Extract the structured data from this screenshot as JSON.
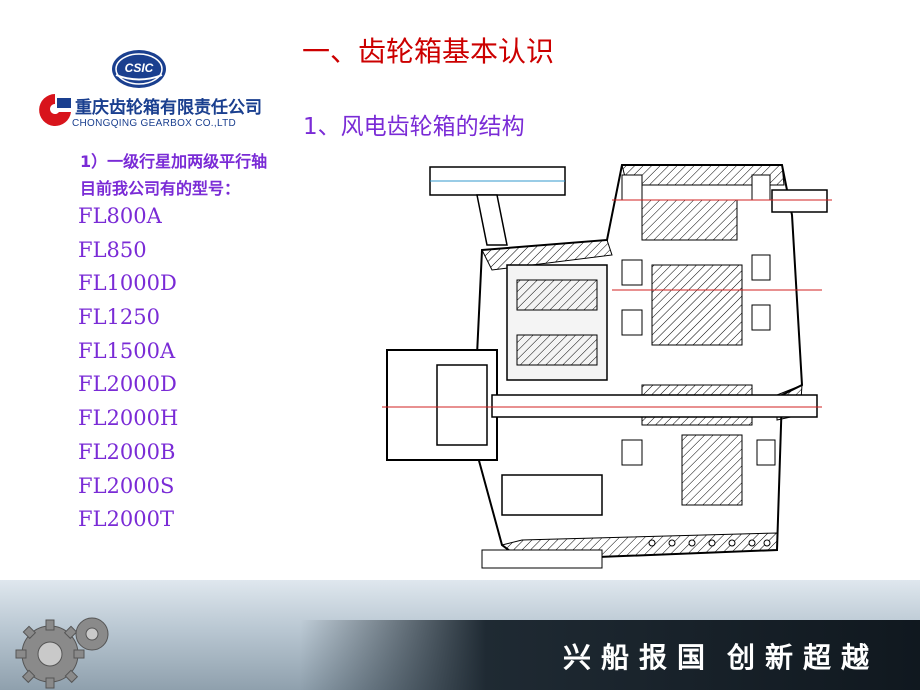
{
  "header": {
    "title": "一、齿轮箱基本认识",
    "subtitle": "1、风电齿轮箱的结构"
  },
  "logo": {
    "badge_text": "CSIC",
    "company_name_cn": "重庆齿轮箱有限责任公司",
    "company_name_en": "CHONGQING GEARBOX CO.,LTD"
  },
  "content": {
    "description_line1": "1）一级行星加两级平行轴",
    "description_line2": "目前我公司有的型号：",
    "models": [
      "FL800A",
      "FL850",
      "FL1000D",
      "FL1250",
      "FL1500A",
      "FL2000D",
      "FL2000H",
      "FL2000B",
      "FL2000S",
      "FL2000T"
    ]
  },
  "footer": {
    "slogan_left": "兴船报国",
    "slogan_right": "创新超越"
  },
  "colors": {
    "title": "#cc0000",
    "text_purple": "#7a2bd6",
    "logo_blue": "#1a3f8f",
    "logo_red": "#d8141c"
  },
  "icons": [
    "csic-logo-icon",
    "company-logo-icon",
    "gear-decoration-icon",
    "gearbox-drawing"
  ]
}
